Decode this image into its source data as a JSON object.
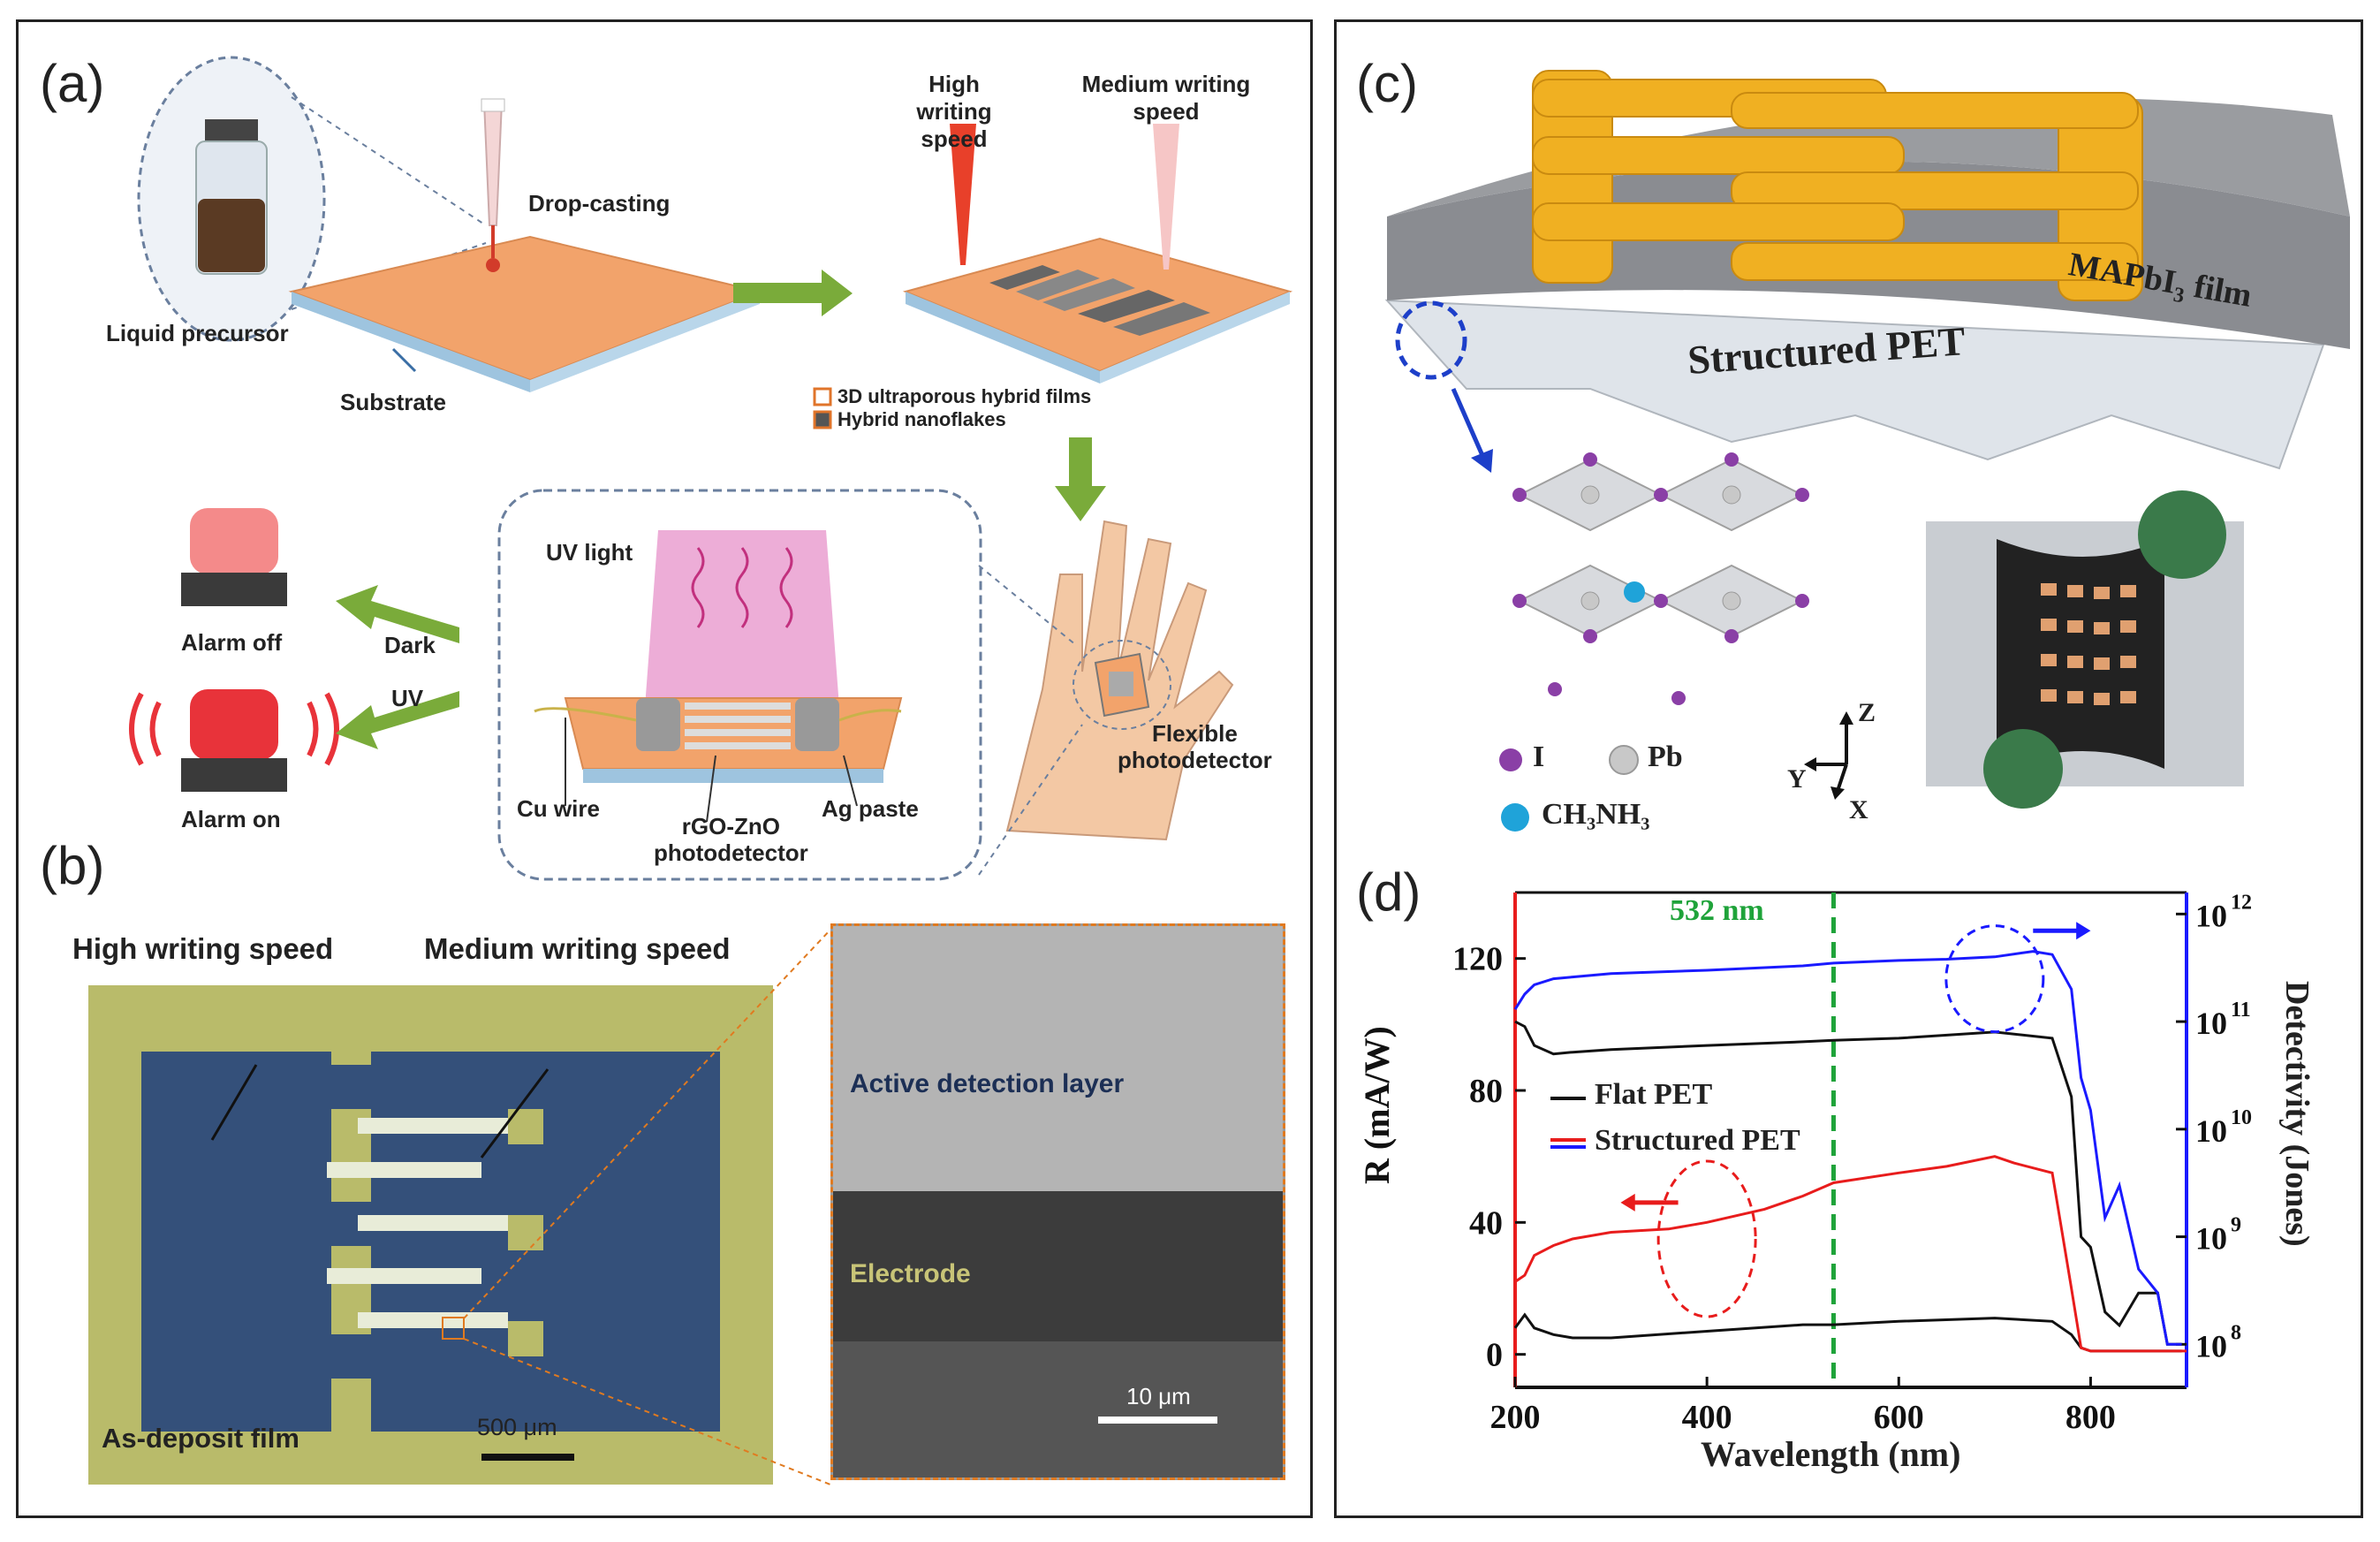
{
  "panels": {
    "a": {
      "label": "(a)",
      "liquid_precursor": "Liquid precursor",
      "drop_casting": "Drop-casting",
      "substrate": "Substrate",
      "high_writing_speed": "High writing speed",
      "medium_writing_speed": "Medium writing speed",
      "legend": [
        "3D ultraporous hybrid films",
        "Hybrid nanoflakes"
      ],
      "uv_light": "UV light",
      "dark": "Dark",
      "uv": "UV",
      "alarm_off": "Alarm off",
      "alarm_on": "Alarm on",
      "cu_wire": "Cu wire",
      "rgo_zno": "rGO-ZnO",
      "photodetector": "photodetector",
      "ag_paste": "Ag paste",
      "flexible": "Flexible",
      "flexible_photodetector": "photodetector",
      "colors": {
        "substrate": "#f2a36b",
        "arrow": "#7aab3a",
        "alarm": "#e8333a",
        "uv": "#d64aa6"
      }
    },
    "b": {
      "label": "(b)",
      "high_writing_speed": "High writing speed",
      "medium_writing_speed": "Medium writing speed",
      "as_deposit_film": "As-deposit film",
      "scalebar_left": "500 μm",
      "active_detection_layer": "Active detection layer",
      "electrode": "Electrode",
      "scalebar_right": "10 μm"
    },
    "c": {
      "label": "(c)",
      "mapbi3_film": "MAPbI",
      "mapbi3_sub": "3",
      "mapbi3_tail": " film",
      "structured_pet": "Structured PET",
      "legend": [
        {
          "symbol": "I",
          "color": "#8a3fa6"
        },
        {
          "symbol": "Pb",
          "color": "#c8c8c8"
        },
        {
          "symbol": "CH₃NH₃",
          "color": "#1fa3d9"
        }
      ],
      "axes": {
        "z": "Z",
        "y": "Y",
        "x": "X"
      },
      "colors": {
        "gold": "#f0b022",
        "film": "#8a8c91"
      }
    },
    "d": {
      "label": "(d)",
      "annotation_532": "532 nm",
      "legend": [
        {
          "name": "Flat PET"
        },
        {
          "name": "Structured PET"
        }
      ]
    }
  },
  "chart_data": {
    "type": "line",
    "title": "",
    "xlabel": "Wavelength (nm)",
    "ylabel_left": "R (mA/W)",
    "ylabel_right": "Detectivity (Jones)",
    "xlim": [
      200,
      900
    ],
    "ylim_left": [
      -10,
      140
    ],
    "ylim_right_log10": [
      7.6,
      12.2
    ],
    "x_ticks": [
      200,
      400,
      600,
      800
    ],
    "y_ticks_left": [
      0,
      40,
      80,
      120
    ],
    "y_ticks_right_exponents": [
      8,
      9,
      10,
      11,
      12
    ],
    "vertical_marker_nm": 532,
    "series": [
      {
        "name": "Flat PET",
        "quantity": "R",
        "color": "#111111",
        "x": [
          200,
          210,
          220,
          240,
          260,
          300,
          400,
          500,
          532,
          600,
          700,
          760,
          780,
          790,
          800,
          815,
          830,
          850,
          870,
          880,
          895
        ],
        "y": [
          8,
          12,
          8,
          6,
          5,
          5,
          7,
          9,
          9,
          10,
          11,
          10,
          6,
          2,
          1,
          1,
          1,
          1,
          1,
          1,
          1
        ]
      },
      {
        "name": "Structured PET",
        "quantity": "R",
        "color": "#e81c1c",
        "x": [
          200,
          210,
          220,
          240,
          260,
          300,
          360,
          400,
          460,
          500,
          532,
          600,
          650,
          700,
          720,
          760,
          780,
          790,
          800,
          820,
          850,
          900
        ],
        "y": [
          22,
          24,
          30,
          33,
          35,
          37,
          38,
          40,
          44,
          48,
          52,
          55,
          57,
          60,
          58,
          55,
          20,
          2,
          1,
          1,
          1,
          1
        ]
      },
      {
        "name": "Flat PET",
        "quantity": "Detectivity",
        "color": "#111111",
        "x": [
          200,
          210,
          220,
          240,
          260,
          300,
          400,
          500,
          532,
          600,
          700,
          760,
          780,
          790,
          800,
          815,
          830,
          850,
          870,
          880,
          895
        ],
        "y": [
          100000000000.0,
          90000000000.0,
          60000000000.0,
          50000000000.0,
          52000000000.0,
          55000000000.0,
          60000000000.0,
          65000000000.0,
          67000000000.0,
          70000000000.0,
          80000000000.0,
          70000000000.0,
          20000000000.0,
          1000000000.0,
          800000000.0,
          200000000.0,
          150000000.0,
          300000000.0,
          300000000.0,
          100000000.0,
          100000000.0
        ]
      },
      {
        "name": "Structured PET",
        "quantity": "Detectivity",
        "color": "#1a1aff",
        "x": [
          200,
          210,
          220,
          240,
          260,
          300,
          400,
          500,
          532,
          600,
          650,
          700,
          740,
          760,
          780,
          790,
          800,
          815,
          830,
          850,
          870,
          880,
          895
        ],
        "y": [
          130000000000.0,
          180000000000.0,
          220000000000.0,
          250000000000.0,
          260000000000.0,
          280000000000.0,
          300000000000.0,
          330000000000.0,
          350000000000.0,
          370000000000.0,
          380000000000.0,
          400000000000.0,
          450000000000.0,
          420000000000.0,
          200000000000.0,
          30000000000.0,
          15000000000.0,
          1500000000.0,
          3000000000.0,
          500000000.0,
          300000000.0,
          100000000.0,
          100000000.0
        ]
      }
    ]
  }
}
